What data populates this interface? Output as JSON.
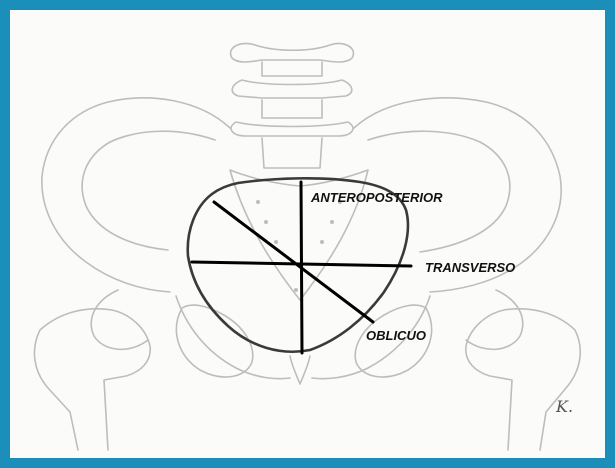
{
  "diagram": {
    "labels": {
      "anteroposterior": "ANTEROPOSTERIOR",
      "transverse": "TRANSVERSO",
      "oblique": "OBLICUO"
    },
    "signature": "K.",
    "colors": {
      "frame": "#1b8fba",
      "sketch": "#b9b9b9",
      "inlet_outline": "#3a3a3a",
      "diameter_lines": "#000000"
    }
  }
}
